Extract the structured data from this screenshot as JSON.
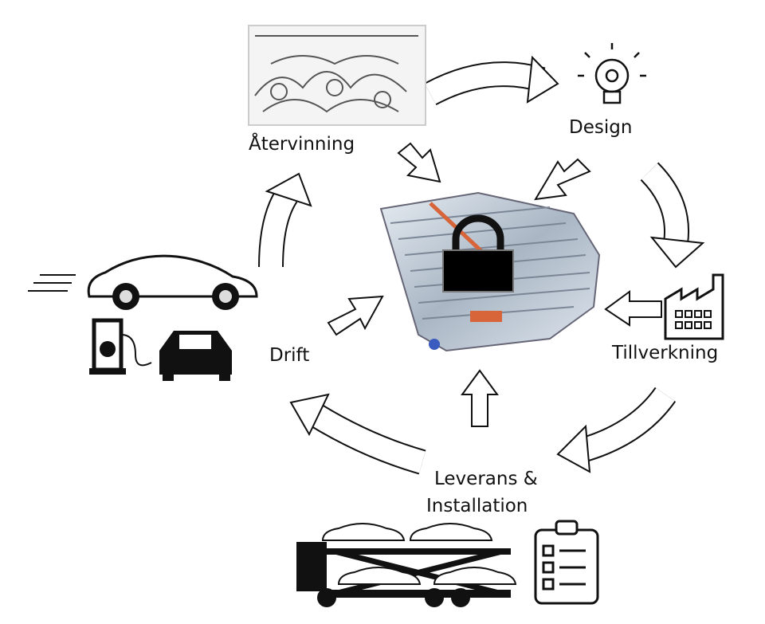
{
  "stages": {
    "recycling": "Återvinning",
    "design": "Design",
    "manufacturing": "Tillverkning",
    "delivery_line1": "Leverans &",
    "delivery_line2": "Installation",
    "operation": "Drift"
  },
  "colors": {
    "stroke": "#111111",
    "battery": "#b8c4d0",
    "accent": "#d8643a"
  }
}
